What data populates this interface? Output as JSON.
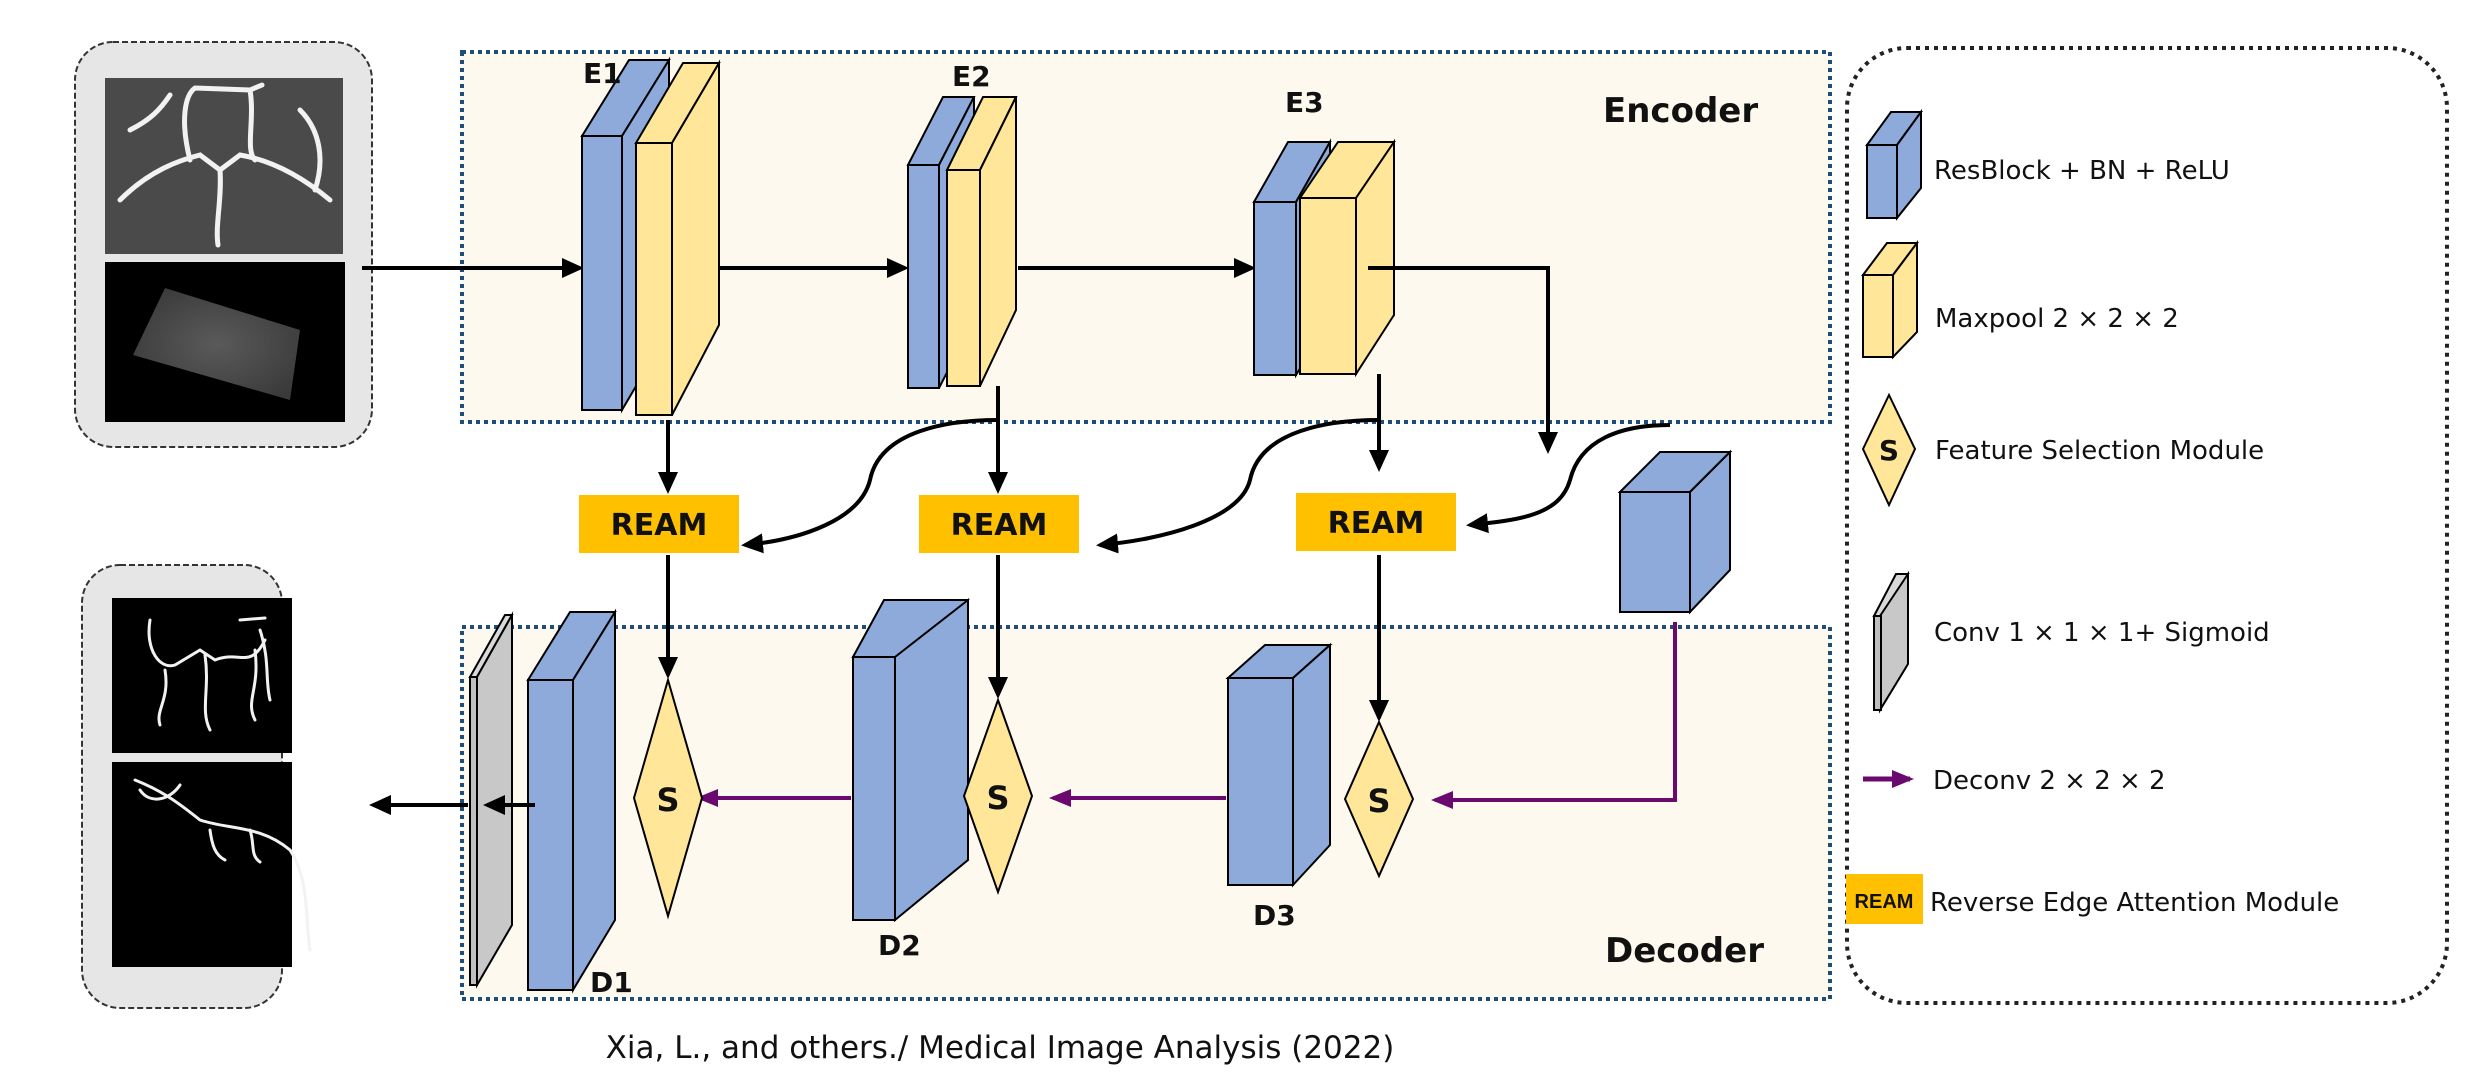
{
  "diagram": {
    "encoder": {
      "title": "Encoder",
      "blocks": [
        {
          "id": "E1",
          "label": "E1"
        },
        {
          "id": "E2",
          "label": "E2"
        },
        {
          "id": "E3",
          "label": "E3"
        }
      ]
    },
    "decoder": {
      "title": "Decoder",
      "blocks": [
        {
          "id": "D1",
          "label": "D1"
        },
        {
          "id": "D2",
          "label": "D2"
        },
        {
          "id": "D3",
          "label": "D3"
        }
      ]
    },
    "ream_modules": [
      {
        "label": "REAM"
      },
      {
        "label": "REAM"
      },
      {
        "label": "REAM"
      }
    ],
    "selection_modules": [
      {
        "label": "S"
      },
      {
        "label": "S"
      },
      {
        "label": "S"
      }
    ],
    "input_panel": {
      "images": [
        "mra-mip-input",
        "mra-volume-input"
      ]
    },
    "output_panel": {
      "images": [
        "vessel-segmentation-mip",
        "vessel-segmentation-side"
      ]
    }
  },
  "legend": {
    "items": [
      {
        "icon": "blue-cube-icon",
        "text": "ResBlock + BN + ReLU"
      },
      {
        "icon": "yellow-cube-icon",
        "text": "Maxpool 2 × 2 × 2"
      },
      {
        "icon": "diamond-s-icon",
        "icon_label": "S",
        "text": "Feature Selection Module"
      },
      {
        "icon": "gray-slab-icon",
        "text": "Conv 1 × 1 × 1+ Sigmoid"
      },
      {
        "icon": "purple-arrow-icon",
        "text": "Deconv 2 × 2 × 2"
      },
      {
        "icon": "ream-box-icon",
        "icon_label": "REAM",
        "text": "Reverse Edge Attention Module"
      }
    ]
  },
  "caption": "Xia, L., and others./ Medical Image Analysis (2022)",
  "colors": {
    "blue_block": "#8eaadb",
    "yellow_block": "#ffe699",
    "ream_orange": "#ffc000",
    "region_bg": "#fef9ee",
    "region_border": "#1f4e79",
    "deconv_purple": "#6a0a6e",
    "conv_gray": "#c8c8c8",
    "panel_gray": "#e6e6e6"
  }
}
